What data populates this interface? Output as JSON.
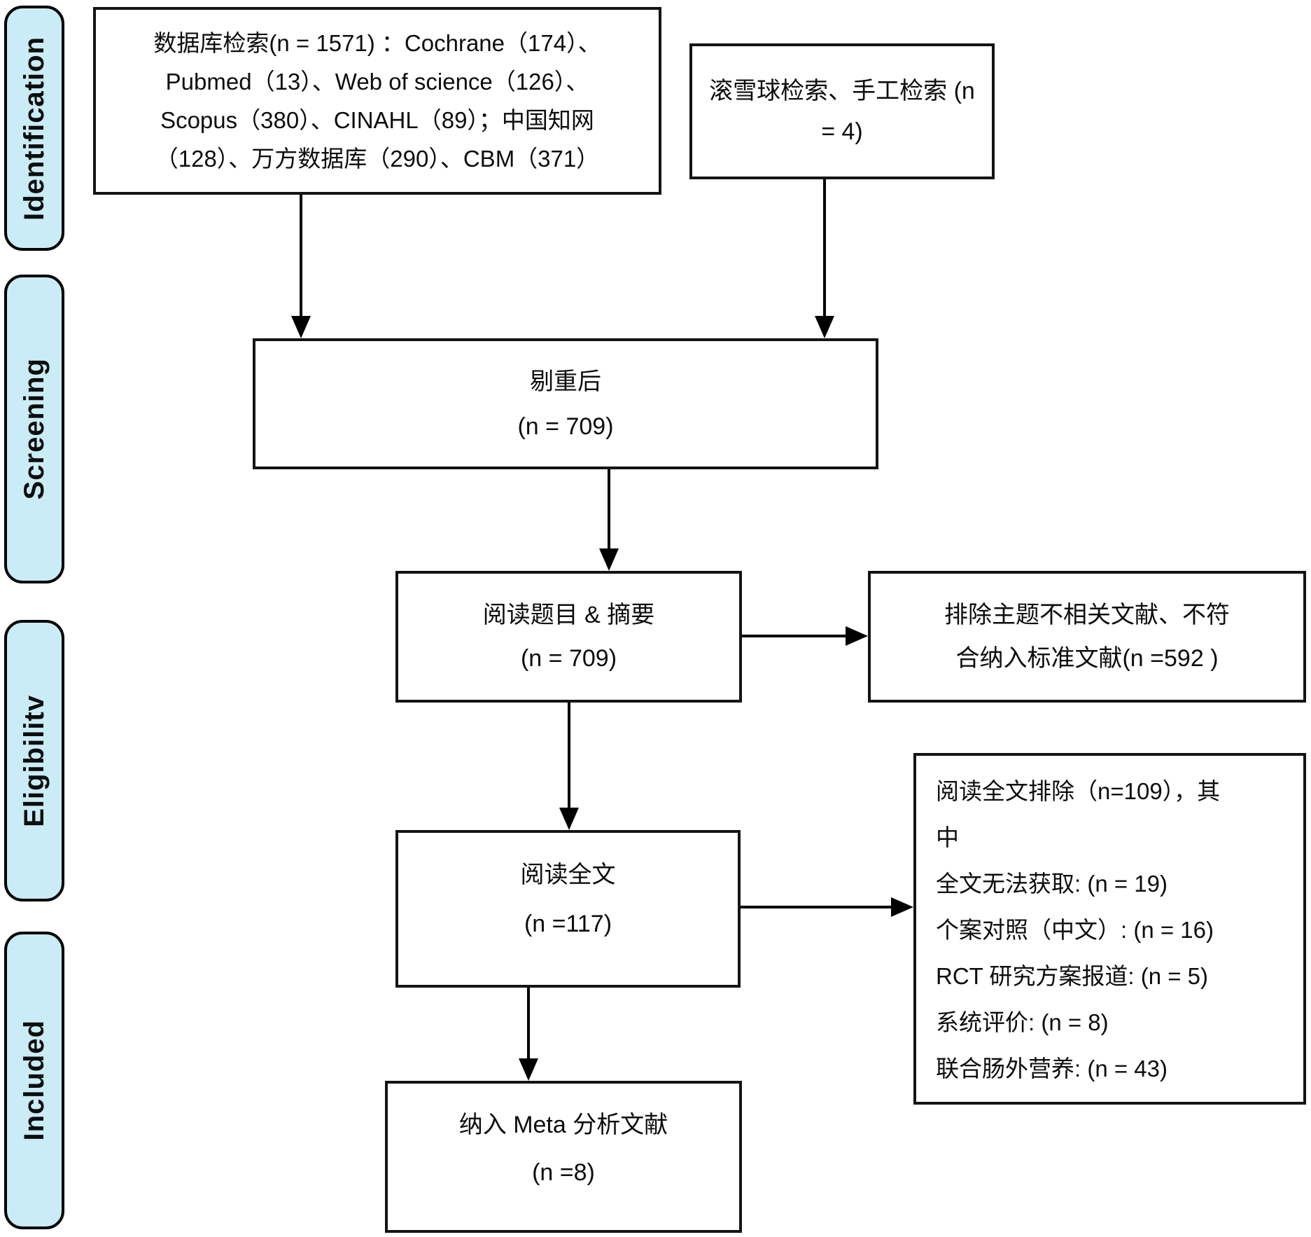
{
  "diagram_title": "PRISMA literature screening flow diagram",
  "colors": {
    "stage_fill": "#c9ecf6",
    "line_color": "#000000"
  },
  "sidebar": {
    "stages": [
      {
        "label": "Identification"
      },
      {
        "label": "Screening"
      },
      {
        "label": "Eligibilitv"
      },
      {
        "label": "Included"
      }
    ]
  },
  "boxes": {
    "database_search": {
      "lines": [
        "数据库检索(n = 1571) ：Cochrane（174）、",
        "Pubmed（13）、Web of science（126）、",
        "Scopus（380）、CINAHL（89）；中国知网",
        "（128）、万方数据库（290）、CBM（371）"
      ]
    },
    "snowball": {
      "lines": [
        "滚雪球检索、手工检索  (n",
        "= 4)"
      ]
    },
    "dedup": {
      "lines": [
        "剔重后",
        "(n = 709)"
      ]
    },
    "title_abstract": {
      "lines": [
        "阅读题目  &  摘要",
        "(n = 709)"
      ]
    },
    "exclusion_title_abstract": {
      "lines": [
        "排除主题不相关文献、不符",
        "合纳入标准文献(n =592 )"
      ]
    },
    "fulltext": {
      "lines": [
        "阅读全文",
        "(n =117)"
      ]
    },
    "exclusion_fulltext": {
      "lines": [
        "阅读全文排除（n=109），其",
        "中",
        "全文无法获取: (n = 19)",
        "个案对照（中文）: (n = 16)",
        "RCT 研究方案报道: (n = 5)",
        "系统评价: (n = 8)",
        "联合肠外营养: (n = 43)"
      ]
    },
    "included_meta": {
      "lines": [
        "纳入 Meta 分析文献",
        "(n =8)"
      ]
    }
  }
}
